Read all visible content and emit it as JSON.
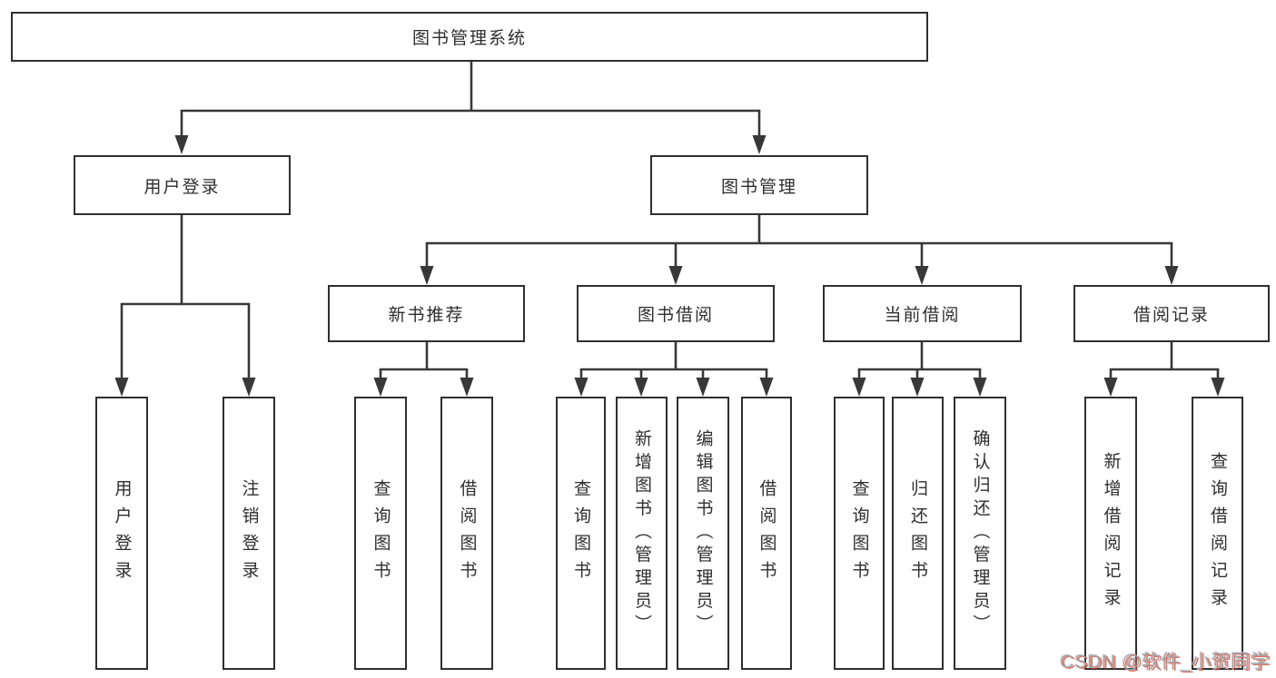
{
  "tree": {
    "label": "图书管理系统",
    "children": [
      {
        "label": "用户登录",
        "children": [
          {
            "label": "用户登录"
          },
          {
            "label": "注销登录"
          }
        ]
      },
      {
        "label": "图书管理",
        "children": [
          {
            "label": "新书推荐",
            "children": [
              {
                "label": "查询图书"
              },
              {
                "label": "借阅图书"
              }
            ]
          },
          {
            "label": "图书借阅",
            "children": [
              {
                "label": "查询图书"
              },
              {
                "label": "新增图书（管理员）"
              },
              {
                "label": "编辑图书（管理员）"
              },
              {
                "label": "借阅图书"
              }
            ]
          },
          {
            "label": "当前借阅",
            "children": [
              {
                "label": "查询图书"
              },
              {
                "label": "归还图书"
              },
              {
                "label": "确认归还（管理员）"
              }
            ]
          },
          {
            "label": "借阅记录",
            "children": [
              {
                "label": "新增借阅记录"
              },
              {
                "label": "查询借阅记录"
              }
            ]
          }
        ]
      }
    ]
  },
  "watermark": {
    "text": "CSDN @软件_小贺同学"
  },
  "colors": {
    "line": "#383838",
    "box_border": "#2f2f2f",
    "box_fill": "#ffffff",
    "text": "#2e2e2e",
    "background": "#ffffff",
    "watermark_gray": "#a3a3a3",
    "watermark_red": "#e0442e"
  }
}
